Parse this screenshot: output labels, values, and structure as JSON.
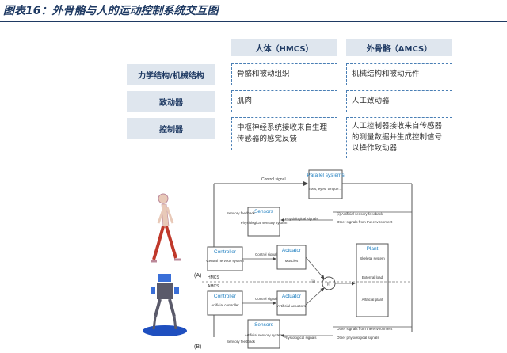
{
  "title": "图表16：外骨骼与人的运动控制系统交互图",
  "table": {
    "col_headers": [
      "人体（HMCS）",
      "外骨骼（AMCS）"
    ],
    "rows": [
      {
        "label": "力学结构/机械结构",
        "human": "骨骼和被动组织",
        "exo": "机械结构和被动元件"
      },
      {
        "label": "致动器",
        "human": "肌肉",
        "exo": "人工致动器"
      },
      {
        "label": "控制器",
        "human": "中枢神经系统接收来自生理传感器的感觉反馈",
        "exo": "人工控制器接收来自传感器的测量数据并生成控制信号以操作致动器"
      }
    ]
  },
  "diagram": {
    "control_signal_top": "Control signal",
    "parallel_title": "Parallel systems",
    "parallel_sub": "Toes, eyes, tongue....",
    "sensors_label": "Sensors",
    "phys_sensory": "Physiological sensory system",
    "sensory_feedback": "Sensory feedback",
    "physiological_signals": "Physiological signals",
    "artificial_feedback": "(ii) Artificial sensory feedback",
    "other_signals": "Other signals from the environment",
    "controller_label": "Controller",
    "cns": "Central nervous system",
    "control_signal": "Control signal",
    "actuator_label": "Actuator",
    "muscles": "Muscles",
    "plant_label": "Plant",
    "skeletal": "Skeletal system",
    "external_load": "External load",
    "artificial_plant": "Artificial plant",
    "hmcs": "HMCS",
    "amcs": "AMCS",
    "label_a": "(A)",
    "label_b": "(B)",
    "marker_iii": "(iii)",
    "marker_i": "(i)",
    "artificial_controller": "Artificial controller",
    "artificial_actuators": "Artificial actuators",
    "artificial_sensory": "Artificial sensory system",
    "other_signals_2": "Other signals from the environment",
    "physiological_signals_2": "Physiological signals",
    "other_physiological": "Other physiological signals",
    "sensory_feedback_2": "Sensory feedback"
  }
}
